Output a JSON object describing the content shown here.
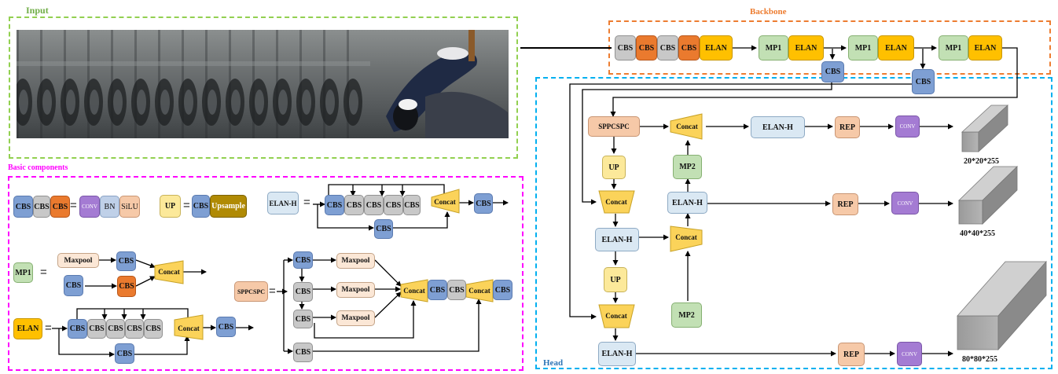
{
  "sections": {
    "input": "Input",
    "backbone": "Backbone",
    "head": "Head",
    "basic": "Basic components"
  },
  "colors": {
    "input_border": "#92d050",
    "backbone_border": "#ed7d31",
    "head_border": "#00b0f0",
    "basic_border": "#ff00ff",
    "cbs_blue": "#7e9fd3",
    "cbs_gray": "#c8c8c8",
    "cbs_orange": "#ea7a2e",
    "elan": "#ffc000",
    "mp": "#c2e0b4",
    "elanh": "#dae8f3",
    "rep": "#f6c9a8",
    "conv": "#a47bd3",
    "up": "#fce99a",
    "concat": "#fbd35a"
  },
  "labels": {
    "cbs": "CBS",
    "elan": "ELAN",
    "mp1": "MP1",
    "mp2": "MP2",
    "elanh": "ELAN-H",
    "sppcspc": "SPPCSPC",
    "concat": "Concat",
    "up": "UP",
    "rep": "REP",
    "conv": "CONV",
    "bn": "BN",
    "silu": "SiLU",
    "upsample": "Upsample",
    "maxpool": "Maxpool",
    "eq": "="
  },
  "outputs": [
    "20*20*255",
    "40*40*255",
    "80*80*255"
  ],
  "input_frame_count": 15
}
